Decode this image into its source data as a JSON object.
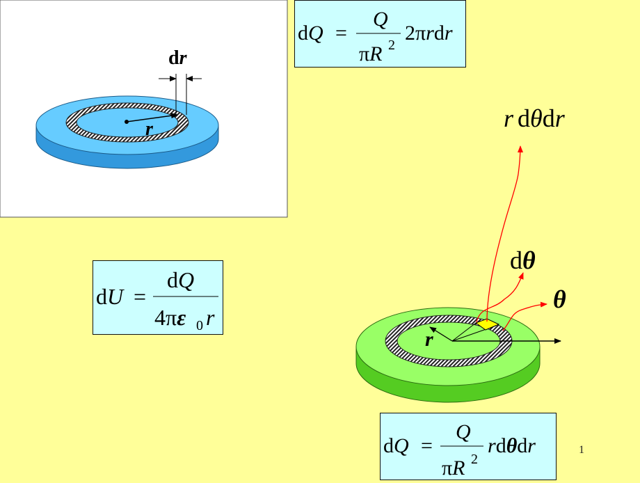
{
  "colors": {
    "background": "#ffff99",
    "formula_box": "#ccffff",
    "disk_blue_top": "#66ccff",
    "disk_blue_side": "#3399dd",
    "disk_green_top": "#99ff66",
    "disk_green_side": "#55cc22",
    "arrow_red": "#ff0000",
    "element_yellow": "#ffff00"
  },
  "left_diagram": {
    "dr_label_d": "d",
    "dr_label_r": "r",
    "radius_label": "r"
  },
  "formulas": {
    "dQ_ring": {
      "lhs_d": "d",
      "lhs_var": "Q",
      "eq": "=",
      "num": "Q",
      "den_pi": "π",
      "den_var": "R",
      "den_exp": "2",
      "tail_num": "2",
      "tail_pi": "π",
      "tail_r": "r",
      "tail_d": "d",
      "tail_r2": "r"
    },
    "dU": {
      "lhs_d": "d",
      "lhs_var": "U",
      "eq": "=",
      "num_d": "d",
      "num_var": "Q",
      "den_num": "4",
      "den_pi": "π",
      "den_eps": "ε",
      "den_sub": "0",
      "den_r": "r"
    },
    "dQ_element": {
      "lhs_d": "d",
      "lhs_var": "Q",
      "eq": "=",
      "num": "Q",
      "den_pi": "π",
      "den_var": "R",
      "den_exp": "2",
      "tail_r": "r",
      "tail_d": "d",
      "tail_theta": "θ",
      "tail_d2": "d",
      "tail_r2": "r"
    }
  },
  "right_diagram": {
    "area_label": {
      "r": "r",
      "d1": "d",
      "theta": "θ",
      "d2": "d",
      "r2": "r"
    },
    "dtheta_label": {
      "d": "d",
      "theta": "θ"
    },
    "theta_label": "θ",
    "radius_label": "r"
  },
  "page_number": "1"
}
